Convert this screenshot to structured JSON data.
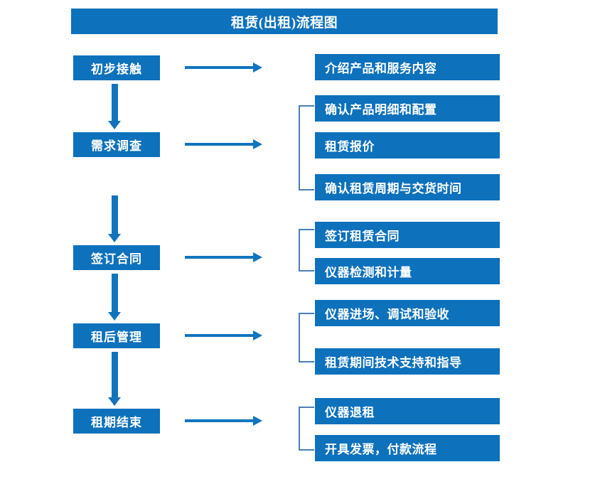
{
  "title": "租赁(出租)流程图",
  "flow": {
    "stages": [
      {
        "label": "初步接触"
      },
      {
        "label": "需求调查"
      },
      {
        "label": "签订合同"
      },
      {
        "label": "租后管理"
      },
      {
        "label": "租期结束"
      }
    ],
    "details": [
      {
        "label": "介绍产品和服务内容"
      },
      {
        "label": "确认产品明细和配置"
      },
      {
        "label": "租赁报价"
      },
      {
        "label": "确认租赁周期与交货时间"
      },
      {
        "label": "签订租赁合同"
      },
      {
        "label": "仪器检测和计量"
      },
      {
        "label": "仪器进场、调试和验收"
      },
      {
        "label": "租赁期间技术支持和指导"
      },
      {
        "label": "仪器退租"
      },
      {
        "label": "开具发票，付款流程"
      }
    ]
  },
  "colors": {
    "box_blue": "#0d71bc",
    "arrow_blue": "#1074bd",
    "bracket_blue": "#4a7fb5",
    "text_white": "#ffffff",
    "background": "#ffffff"
  }
}
